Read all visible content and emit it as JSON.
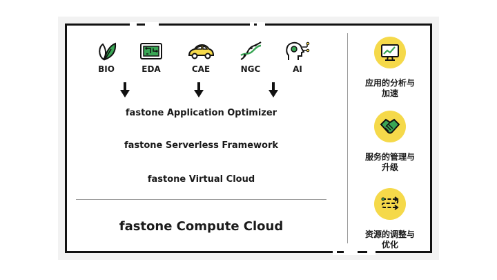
{
  "domains": [
    {
      "label": "BIO",
      "icon": "leaf-icon"
    },
    {
      "label": "EDA",
      "icon": "circuit-chip-icon"
    },
    {
      "label": "CAE",
      "icon": "car-icon"
    },
    {
      "label": "NGC",
      "icon": "dna-icon"
    },
    {
      "label": "AI",
      "icon": "ai-head-icon"
    }
  ],
  "layers": {
    "optimizer": "fastone Application Optimizer",
    "serverless": "fastone Serverless Framework",
    "virtual_cloud": "fastone Virtual Cloud",
    "compute_cloud": "fastone Compute Cloud"
  },
  "features": [
    {
      "line1": "应用的分析与",
      "line2": "加速",
      "icon": "monitor-chart-icon"
    },
    {
      "line1": "服务的管理与",
      "line2": "升级",
      "icon": "handshake-icon"
    },
    {
      "line1": "资源的调整与",
      "line2": "优化",
      "icon": "cycle-arrows-icon"
    }
  ],
  "colors": {
    "accent_yellow": "#f5d94a",
    "accent_green": "#3aa655",
    "frame": "#111111"
  }
}
